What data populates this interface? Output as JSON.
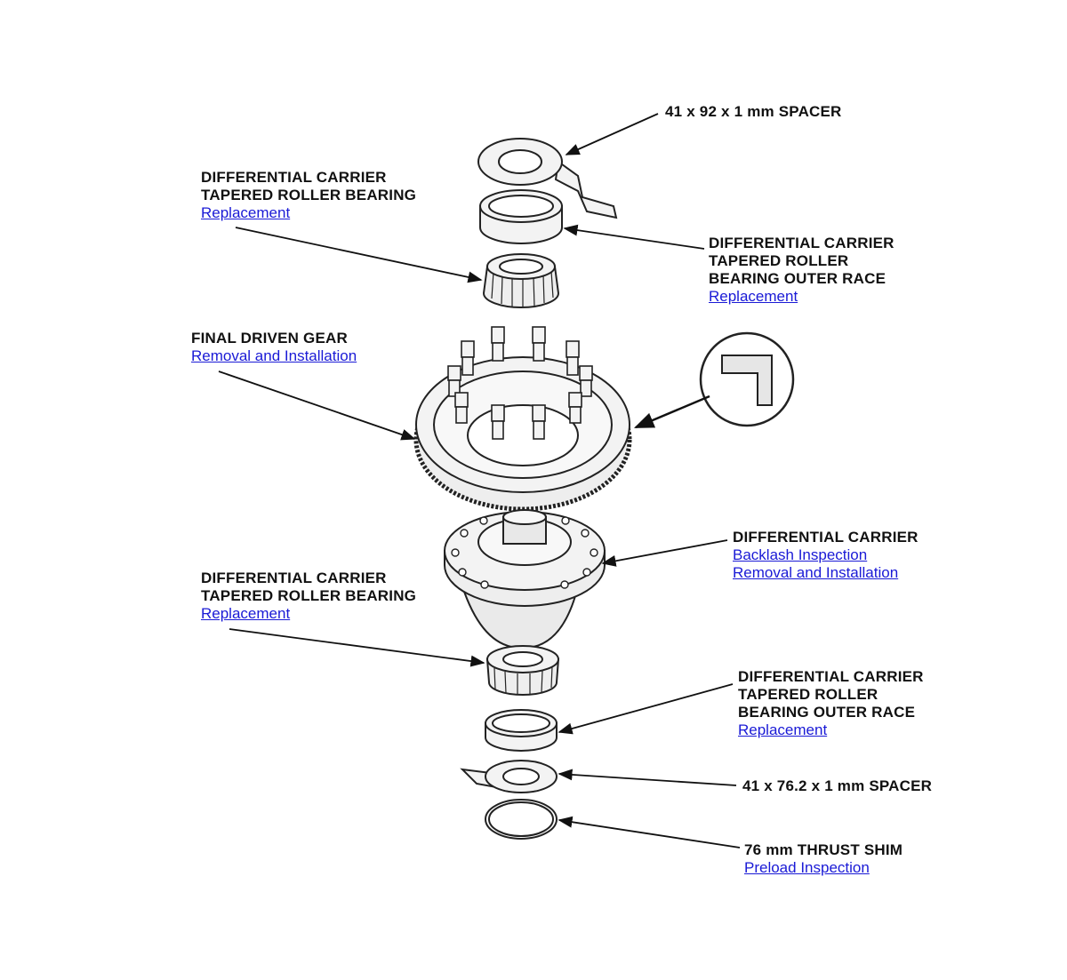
{
  "callouts": {
    "spacer_top": {
      "title": "41 x 92 x 1 mm SPACER"
    },
    "bearing_top": {
      "title_1": "DIFFERENTIAL CARRIER",
      "title_2": "TAPERED ROLLER BEARING",
      "link_1": "Replacement"
    },
    "outer_race_top": {
      "title_1": "DIFFERENTIAL CARRIER",
      "title_2": "TAPERED ROLLER",
      "title_3": "BEARING OUTER RACE",
      "link_1": "Replacement"
    },
    "final_driven_gear": {
      "title_1": "FINAL DRIVEN GEAR",
      "link_1": "Removal and Installation"
    },
    "differential_carrier": {
      "title_1": "DIFFERENTIAL CARRIER",
      "link_1": "Backlash Inspection",
      "link_2": "Removal and Installation"
    },
    "bearing_bottom": {
      "title_1": "DIFFERENTIAL CARRIER",
      "title_2": "TAPERED ROLLER BEARING",
      "link_1": "Replacement"
    },
    "outer_race_bottom": {
      "title_1": "DIFFERENTIAL CARRIER",
      "title_2": "TAPERED ROLLER",
      "title_3": "BEARING OUTER RACE",
      "link_1": "Replacement"
    },
    "spacer_bottom": {
      "title": "41 x 76.2 x 1 mm SPACER"
    },
    "thrust_shim": {
      "title_1": "76 mm THRUST SHIM",
      "link_1": "Preload Inspection"
    }
  },
  "colors": {
    "link": "#1a1ad6",
    "line": "#111111",
    "part_fill": "#f3f3f3"
  }
}
